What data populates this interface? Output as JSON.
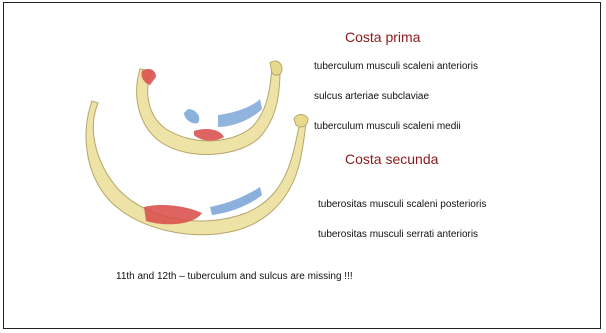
{
  "slide": {
    "rib1": {
      "title": "Costa prima",
      "labels": [
        "tuberculum musculi scaleni anterioris",
        "sulcus arteriae subclaviae",
        "tuberculum musculi scaleni medii"
      ]
    },
    "rib2": {
      "title": "Costa secunda",
      "labels": [
        "tuberositas musculi scaleni posterioris",
        "tuberositas musculi serrati anterioris"
      ]
    },
    "note": "11th and 12th – tuberculum and sulcus are missing !!!"
  },
  "colors": {
    "title": "#8b1a1a",
    "bone": "#ede3a6",
    "muscle_red": "#d9534f",
    "muscle_blue": "#7ea7d8"
  }
}
